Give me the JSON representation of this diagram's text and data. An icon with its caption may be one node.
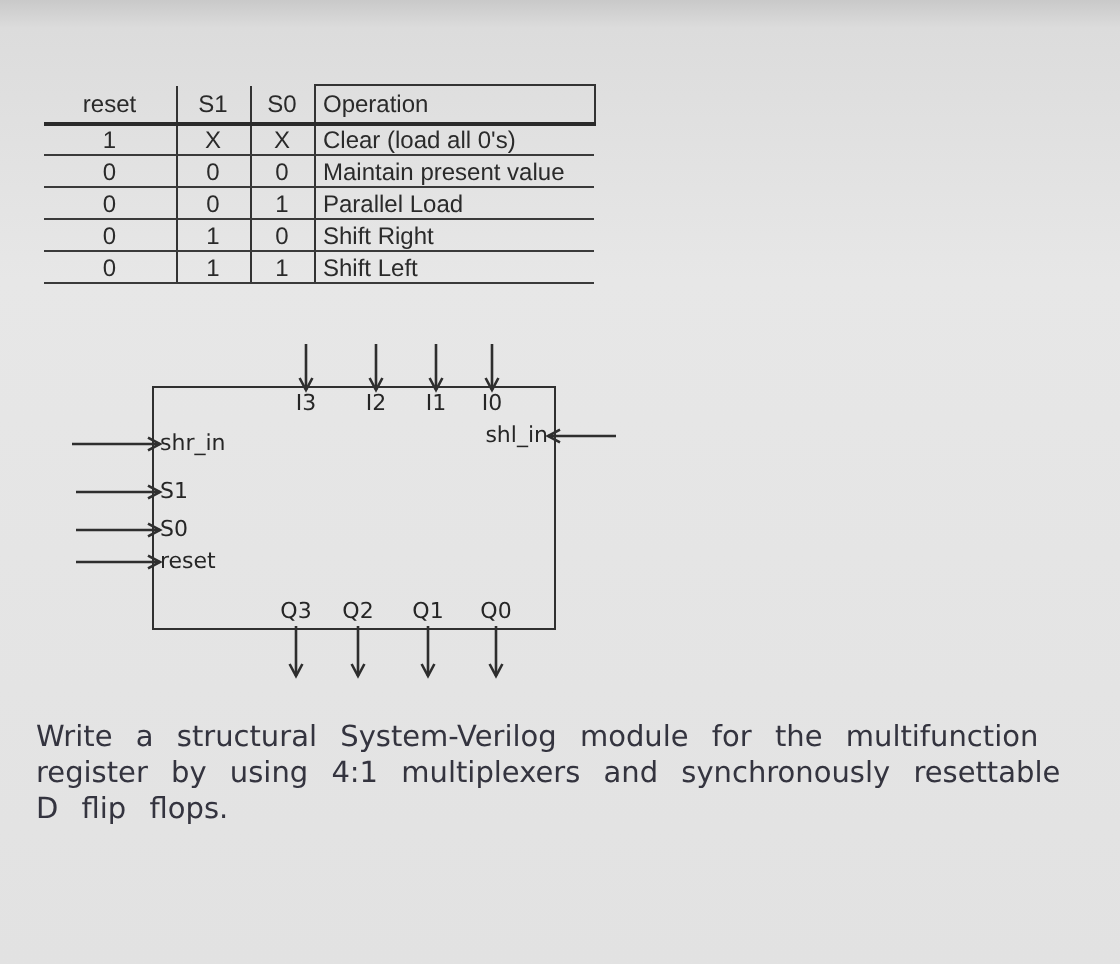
{
  "diagram": {
    "nodes": [
      {
        "text": [],
        "shape": "box"
      },
      {
        "text": [
          "I3"
        ],
        "in": 0
      },
      {
        "text": [
          "I2"
        ],
        "in": 0
      },
      {
        "text": [
          "I1"
        ],
        "in": 0
      },
      {
        "text": [
          "I0"
        ],
        "in": 0
      },
      {
        "text": [
          "shr_in"
        ],
        "in": 0
      },
      {
        "text": [
          "shl_in"
        ],
        "in": 0
      },
      {
        "text": [
          "S1"
        ],
        "in": 0
      },
      {
        "text": [
          "S0"
        ],
        "in": 0
      },
      {
        "text": [
          "reset"
        ],
        "in": 0
      },
      {
        "text": [
          "Q3"
        ],
        "in": 0
      },
      {
        "text": [
          "Q2"
        ],
        "in": 0
      },
      {
        "text": [
          "Q1"
        ],
        "in": 0
      },
      {
        "text": [
          "Q0"
        ],
        "in": 0
      }
    ],
    "edges": [
      {
        "from": null,
        "to": 1,
        "arrow": "to"
      },
      {
        "from": null,
        "to": 2,
        "arrow": "to"
      },
      {
        "from": null,
        "to": 3,
        "arrow": "to"
      },
      {
        "from": null,
        "to": 4,
        "arrow": "to"
      },
      {
        "from": null,
        "to": 5,
        "arrow": "to"
      },
      {
        "from": null,
        "to": 6,
        "arrow": "to"
      },
      {
        "from": null,
        "to": 7,
        "arrow": "to"
      },
      {
        "from": null,
        "to": 8,
        "arrow": "to"
      },
      {
        "from": null,
        "to": 9,
        "arrow": "to"
      },
      {
        "from": 10,
        "to": null,
        "arrow": "to"
      },
      {
        "from": 11,
        "to": null,
        "arrow": "to"
      },
      {
        "from": 12,
        "to": null,
        "arrow": "to"
      },
      {
        "from": 13,
        "to": null,
        "arrow": "to"
      }
    ],
    "labels": [
      "reset",
      "S1",
      "S0",
      "Operation",
      "1",
      "X",
      "X",
      "Clear (load all 0's)",
      "0",
      "0",
      "0",
      "Maintain present value",
      "0",
      "0",
      "1",
      "Parallel Load",
      "0",
      "1",
      "0",
      "Shift Right",
      "0",
      "1",
      "1",
      "Shift Left",
      "Write a structural System-Verilog module for the multifunction register by using 4:1 multiplexers and synchronously resettable D flip flops."
    ]
  }
}
